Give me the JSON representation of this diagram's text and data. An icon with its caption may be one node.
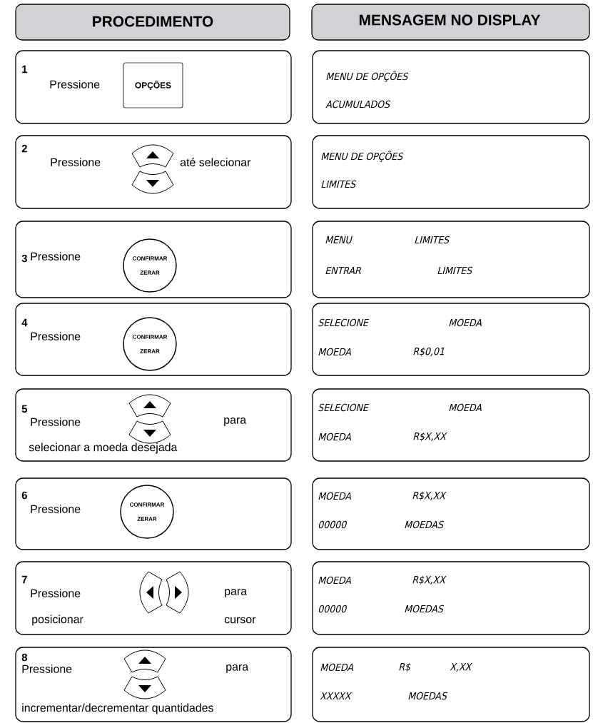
{
  "diagram": {
    "nodes": [
      {
        "text": [
          "PROCEDIMENTO"
        ]
      },
      {
        "text": [
          "MENSAGEM NO DISPLAY"
        ]
      },
      {
        "text": [
          "1",
          "Pressione"
        ]
      },
      {
        "text": [
          "OPÇÕES"
        ],
        "in": 2
      },
      {
        "text": [
          "MENU DE OPÇÕES",
          "ACUMULADOS"
        ]
      },
      {
        "text": [
          "2",
          "Pressione",
          "até selecionar"
        ]
      },
      {
        "text": [
          "MENU DE OPÇÕES",
          "LIMITES"
        ]
      },
      {
        "text": [
          "3",
          "Pressione"
        ]
      },
      {
        "text": [
          "CONFIRMAR",
          "ZERAR"
        ],
        "in": 7
      },
      {
        "text": [
          "MENU",
          "LIMITES",
          "ENTRAR",
          "LIMITES"
        ]
      },
      {
        "text": [
          "4",
          "Pressione"
        ]
      },
      {
        "text": [
          "CONFIRMAR",
          "ZERAR"
        ],
        "in": 10
      },
      {
        "text": [
          "SELECIONE",
          "MOEDA",
          "MOEDA",
          "R$0,01"
        ]
      },
      {
        "text": [
          "5",
          "Pressione",
          "para",
          "selecionar a moeda desejada"
        ]
      },
      {
        "text": [
          "SELECIONE",
          "MOEDA",
          "MOEDA",
          "R$X,XX"
        ]
      },
      {
        "text": [
          "6",
          "Pressione"
        ]
      },
      {
        "text": [
          "CONFIRMAR",
          "ZERAR"
        ],
        "in": 15
      },
      {
        "text": [
          "MOEDA",
          "R$X,XX",
          "00000",
          "MOEDAS"
        ]
      },
      {
        "text": [
          "7",
          "Pressione",
          "para",
          "posicionar",
          "cursor"
        ]
      },
      {
        "text": [
          "MOEDA",
          "R$X,XX",
          "00000",
          "MOEDAS"
        ]
      },
      {
        "text": [
          "8",
          "Pressione",
          "para",
          "incrementar/decrementar quantidades"
        ]
      },
      {
        "text": [
          "MOEDA",
          "R$",
          "X,XX",
          "XXXXX",
          "MOEDAS"
        ]
      }
    ]
  }
}
